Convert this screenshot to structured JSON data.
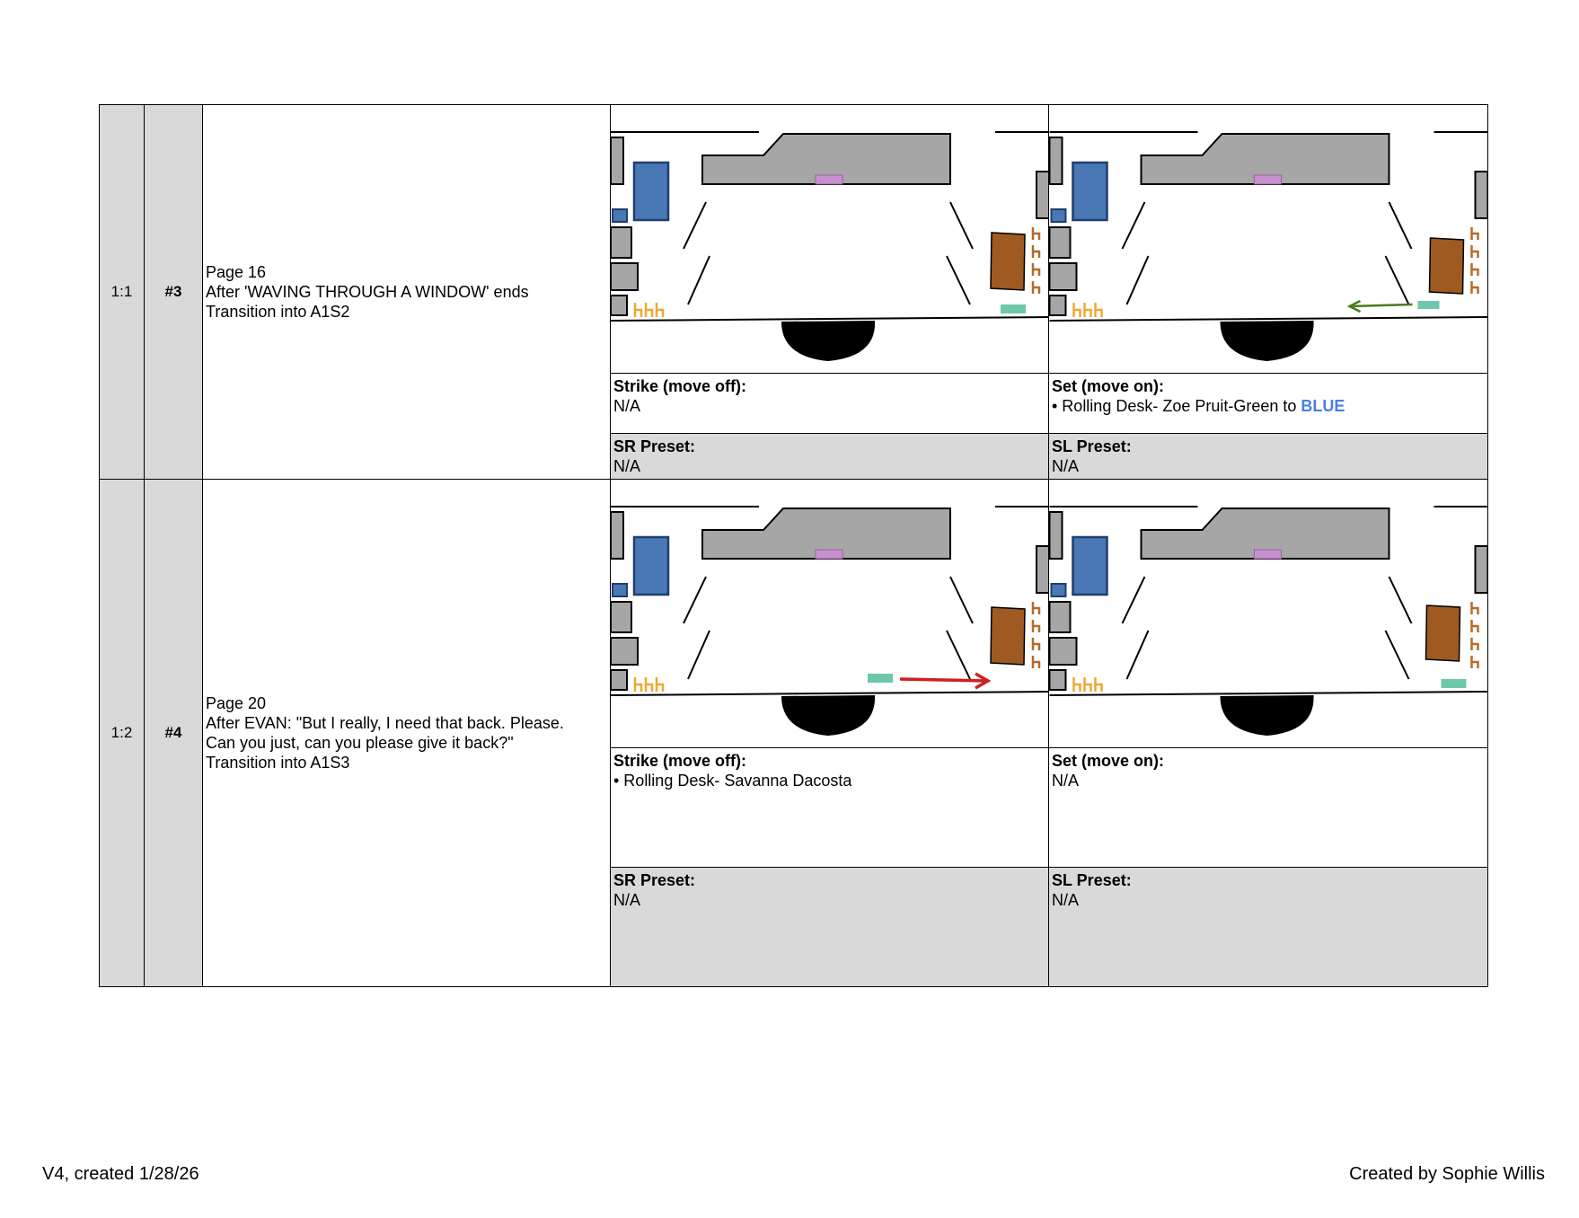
{
  "rows": [
    {
      "scene": "1:1",
      "cue": "#3",
      "description": [
        "Page 16",
        "After 'WAVING THROUGH A WINDOW' ends",
        "Transition into A1S2"
      ],
      "strike": {
        "label": "Strike (move off):",
        "value": "N/A"
      },
      "set": {
        "label": "Set (move on):",
        "value_prefix": "• Rolling Desk- Zoe Pruit-Green to ",
        "value_highlight": "BLUE"
      },
      "sr_preset": {
        "label": "SR Preset:",
        "value": "N/A"
      },
      "sl_preset": {
        "label": "SL Preset:",
        "value": "N/A"
      }
    },
    {
      "scene": "1:2",
      "cue": "#4",
      "description": [
        "Page 20",
        "After EVAN: \"But I really, I need that back. Please.",
        "Can you just, can you please give it back?\"",
        "Transition into A1S3"
      ],
      "strike": {
        "label": "Strike (move off):",
        "value": "• Rolling Desk- Savanna Dacosta"
      },
      "set": {
        "label": "Set (move on):",
        "value": "N/A"
      },
      "sr_preset": {
        "label": "SR Preset:",
        "value": "N/A"
      },
      "sl_preset": {
        "label": "SL Preset:",
        "value": "N/A"
      }
    }
  ],
  "colors": {
    "platform": "#a6a6a6",
    "blue_unit": "#4a78b4",
    "desk": "#9e5a20",
    "chair_orange": "#f0a830",
    "chair_brown": "#b86a28",
    "rolling_desk": "#6cc8a8",
    "pink_marker": "#c890d0",
    "arrow_green": "#4a7a1e",
    "arrow_red": "#d02020",
    "highlight_blue": "#4a7fe0"
  },
  "footer": {
    "left": "V4, created 1/28/26",
    "right": "Created by Sophie Willis"
  }
}
